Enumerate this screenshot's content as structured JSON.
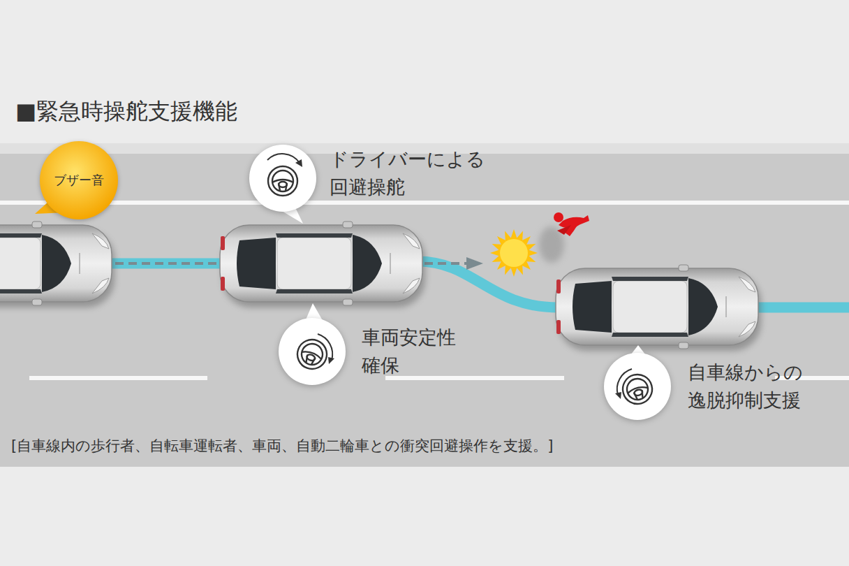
{
  "diagram": {
    "title": "■緊急時操舵支援機能",
    "caption": "[自車線内の歩行者、自転車運転者、車両、自動二輪車との衝突回避操作を支援。]",
    "nodes": [
      {
        "text": [
          "ブザー音"
        ]
      },
      {
        "text": [
          "ドライバーによる 回避操舵"
        ]
      },
      {
        "text": [
          "車両安定性 確保"
        ]
      },
      {
        "text": [
          "自車線からの 逸脱抑制支援"
        ]
      }
    ]
  }
}
